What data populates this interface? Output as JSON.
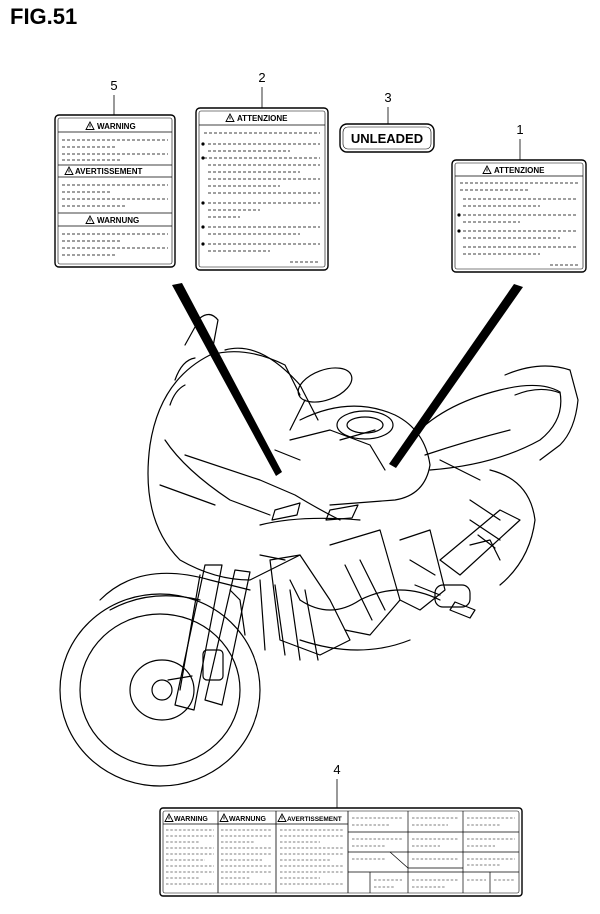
{
  "figure": {
    "title": "FIG.51"
  },
  "callouts": {
    "c1": "1",
    "c2": "2",
    "c3": "3",
    "c4": "4",
    "c5": "5"
  },
  "labels": {
    "label1": {
      "heading": "ATTENZIONE"
    },
    "label2": {
      "heading": "ATTENZIONE"
    },
    "label3": {
      "text": "UNLEADED"
    },
    "label4": {
      "heading_1": "WARNING",
      "heading_2": "WARNUNG",
      "heading_3": "AVERTISSEMENT"
    },
    "label5": {
      "heading_1": "WARNING",
      "heading_2": "AVERTISSEMENT",
      "heading_3": "WARNUNG"
    }
  },
  "icons": {
    "warning": "warning-triangle-icon"
  }
}
